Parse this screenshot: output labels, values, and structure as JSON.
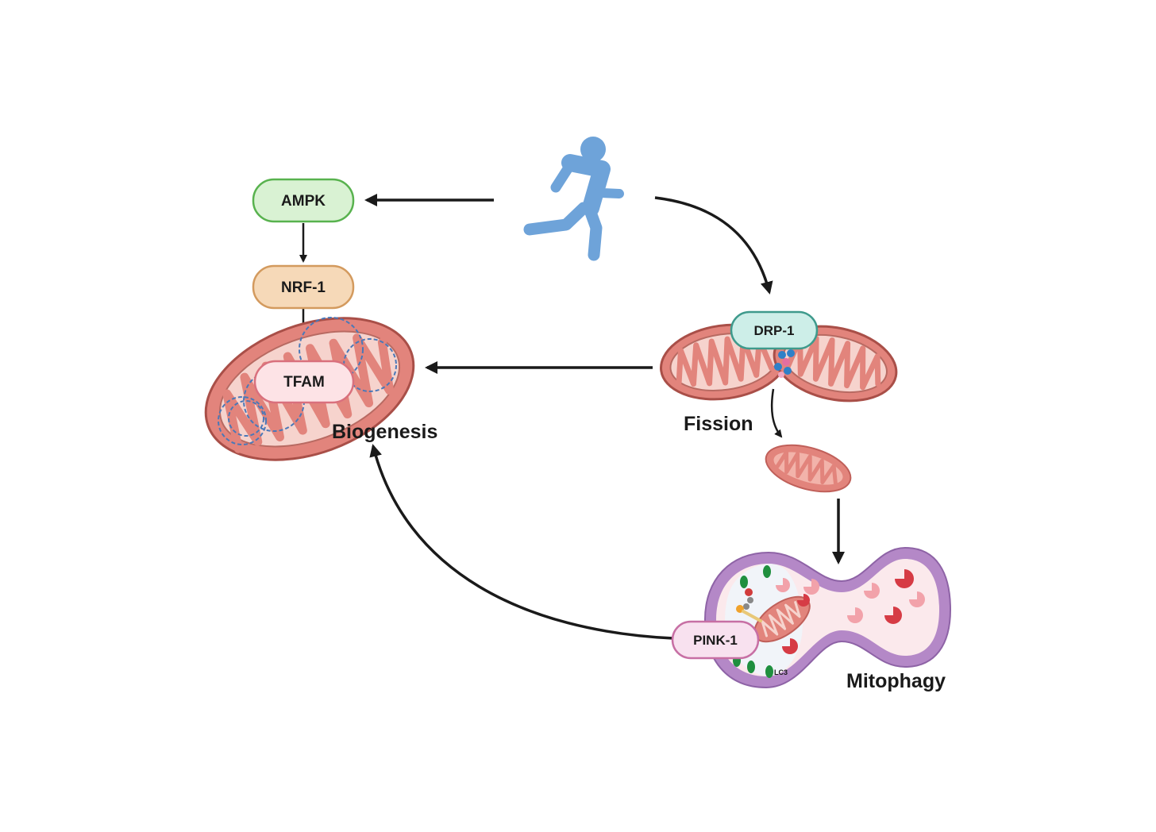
{
  "nodes": {
    "ampk": {
      "label": "AMPK",
      "fill": "#d9f2d3",
      "stroke": "#58b24e"
    },
    "nrf1": {
      "label": "NRF-1",
      "fill": "#f6d9b8",
      "stroke": "#d39a5e"
    },
    "tfam": {
      "label": "TFAM",
      "fill": "#fde3e6",
      "stroke": "#d9707d"
    },
    "drp1": {
      "label": "DRP-1",
      "fill": "#cdeee8",
      "stroke": "#3e9a8c"
    },
    "pink1": {
      "label": "PINK-1",
      "fill": "#f8e1ef",
      "stroke": "#c76fa4"
    }
  },
  "stages": {
    "biogenesis": "Biogenesis",
    "fission": "Fission",
    "mitophagy": "Mitophagy"
  },
  "small_labels": {
    "lc3": "LC3"
  },
  "icons": {
    "runner": "running-person-icon"
  },
  "colors": {
    "runner": "#6ea3d9",
    "mito_outer": "#e2847c",
    "mito_inner": "#f6d3cd",
    "mito_stroke": "#a94f48",
    "mtdna": "#4a78b8",
    "lysosome_membrane": "#b488c7",
    "lysosome_fill": "#fbe9ec",
    "arrow": "#1a1a1a"
  }
}
